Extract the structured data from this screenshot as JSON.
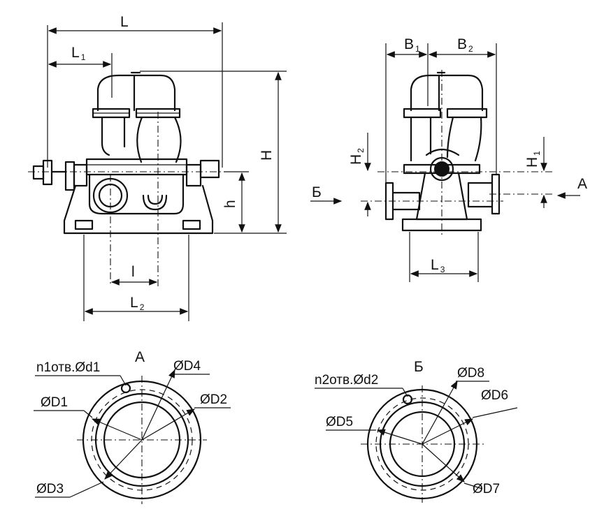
{
  "labels": {
    "L": "L",
    "L1": "L",
    "L1_sub": "1",
    "H": "H",
    "h": "h",
    "l": "l",
    "L2": "L",
    "L2_sub": "2",
    "B1": "B",
    "B1_sub": "1",
    "B2": "B",
    "B2_sub": "2",
    "H1": "H",
    "H1_sub": "1",
    "H2": "H",
    "H2_sub": "2",
    "L3": "L",
    "L3_sub": "3",
    "A_side": "A",
    "B_side": "Б",
    "A_title": "A",
    "B_title": "Б",
    "n1": "n1отв.Ød1",
    "n2": "n2отв.Ød2",
    "D1": "ØD1",
    "D2": "ØD2",
    "D3": "ØD3",
    "D4": "ØD4",
    "D5": "ØD5",
    "D6": "ØD6",
    "D7": "ØD7",
    "D8": "ØD8"
  }
}
